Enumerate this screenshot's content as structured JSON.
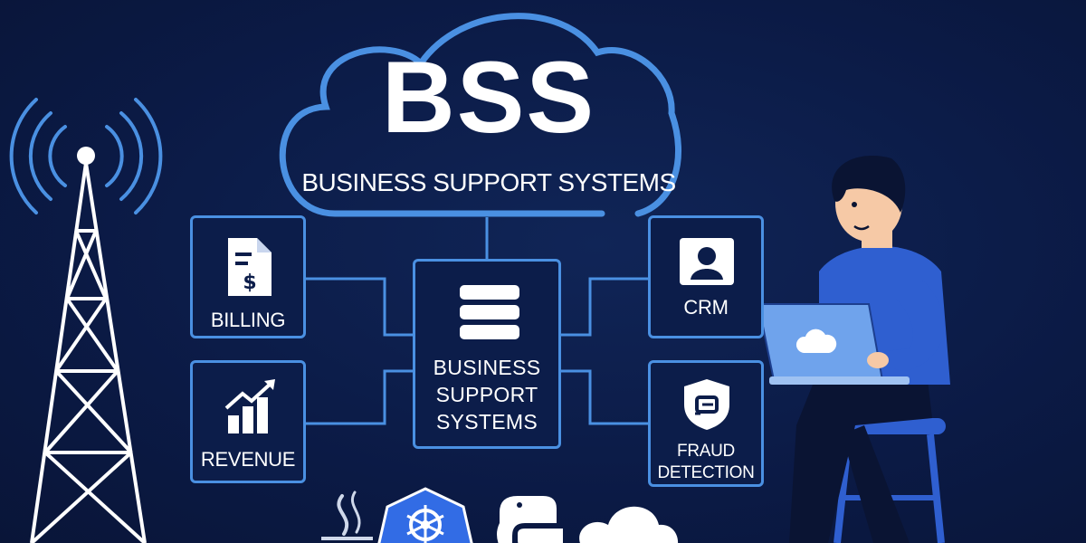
{
  "header": {
    "title": "BSS",
    "subtitle": "BUSINESS SUPPORT SYSTEMS"
  },
  "modules": {
    "billing": "BILLING",
    "revenue": "REVENUE",
    "crm": "CRM",
    "fraud_line1": "FRAUD",
    "fraud_line2": "DETECTION"
  },
  "center": {
    "line1": "BUSINESS",
    "line2": "SUPPORT",
    "line3": "SYSTEMS"
  },
  "icons": {
    "billing": "invoice-dollar-icon",
    "revenue": "growth-chart-icon",
    "crm": "user-profile-icon",
    "fraud": "shield-icon",
    "center": "database-stack-icon",
    "tower": "cell-tower-icon",
    "logos": [
      "java-icon",
      "kubernetes-icon",
      "python-icon",
      "cloud-icon"
    ]
  },
  "colors": {
    "background": "#0b1a45",
    "accent": "#4a90e2",
    "shirt": "#2f5fd0",
    "laptop": "#6fa3ec"
  }
}
